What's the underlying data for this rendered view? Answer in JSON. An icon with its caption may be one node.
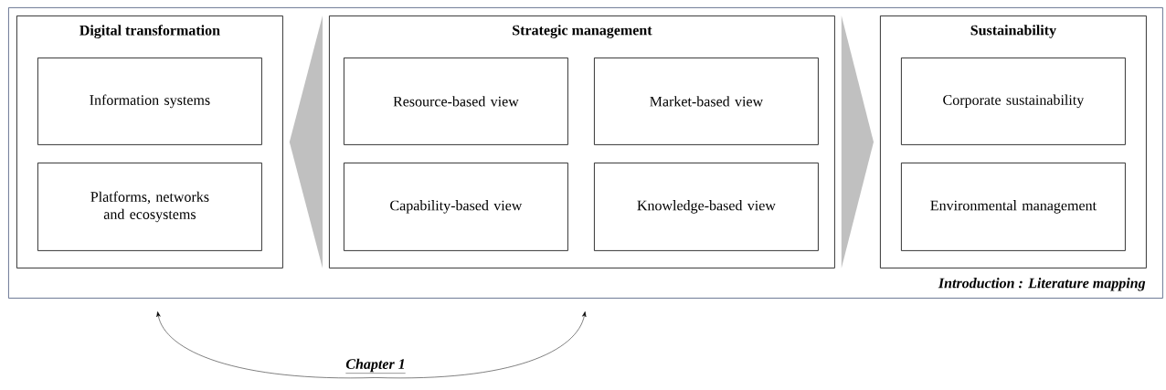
{
  "diagram": {
    "nodes": [
      {
        "text": [
          "Introduction : Literature mapping"
        ]
      },
      {
        "text": [
          "Digital transformation"
        ],
        "in": 0
      },
      {
        "text": [
          "Information systems"
        ],
        "in": 1
      },
      {
        "text": [
          "Platforms, networks and ecosystems"
        ],
        "in": 1
      },
      {
        "text": [
          "Strategic management"
        ],
        "in": 0
      },
      {
        "text": [
          "Resource-based view"
        ],
        "in": 4
      },
      {
        "text": [
          "Market-based view"
        ],
        "in": 4
      },
      {
        "text": [
          "Capability-based view"
        ],
        "in": 4
      },
      {
        "text": [
          "Knowledge-based view"
        ],
        "in": 4
      },
      {
        "text": [
          "Sustainability"
        ],
        "in": 0
      },
      {
        "text": [
          "Corporate sustainability"
        ],
        "in": 9
      },
      {
        "text": [
          "Environmental management"
        ],
        "in": 9
      },
      {
        "text": [
          "Chapter 1"
        ]
      }
    ],
    "edges": [
      {
        "from": 4,
        "to": 1,
        "arrow": "to",
        "color": "#c0c0c0"
      },
      {
        "from": 4,
        "to": 9,
        "arrow": "to",
        "color": "#c0c0c0"
      },
      {
        "from": 12,
        "to": 0,
        "arrow": "to"
      },
      {
        "from": 12,
        "to": 0,
        "arrow": "to"
      }
    ]
  }
}
